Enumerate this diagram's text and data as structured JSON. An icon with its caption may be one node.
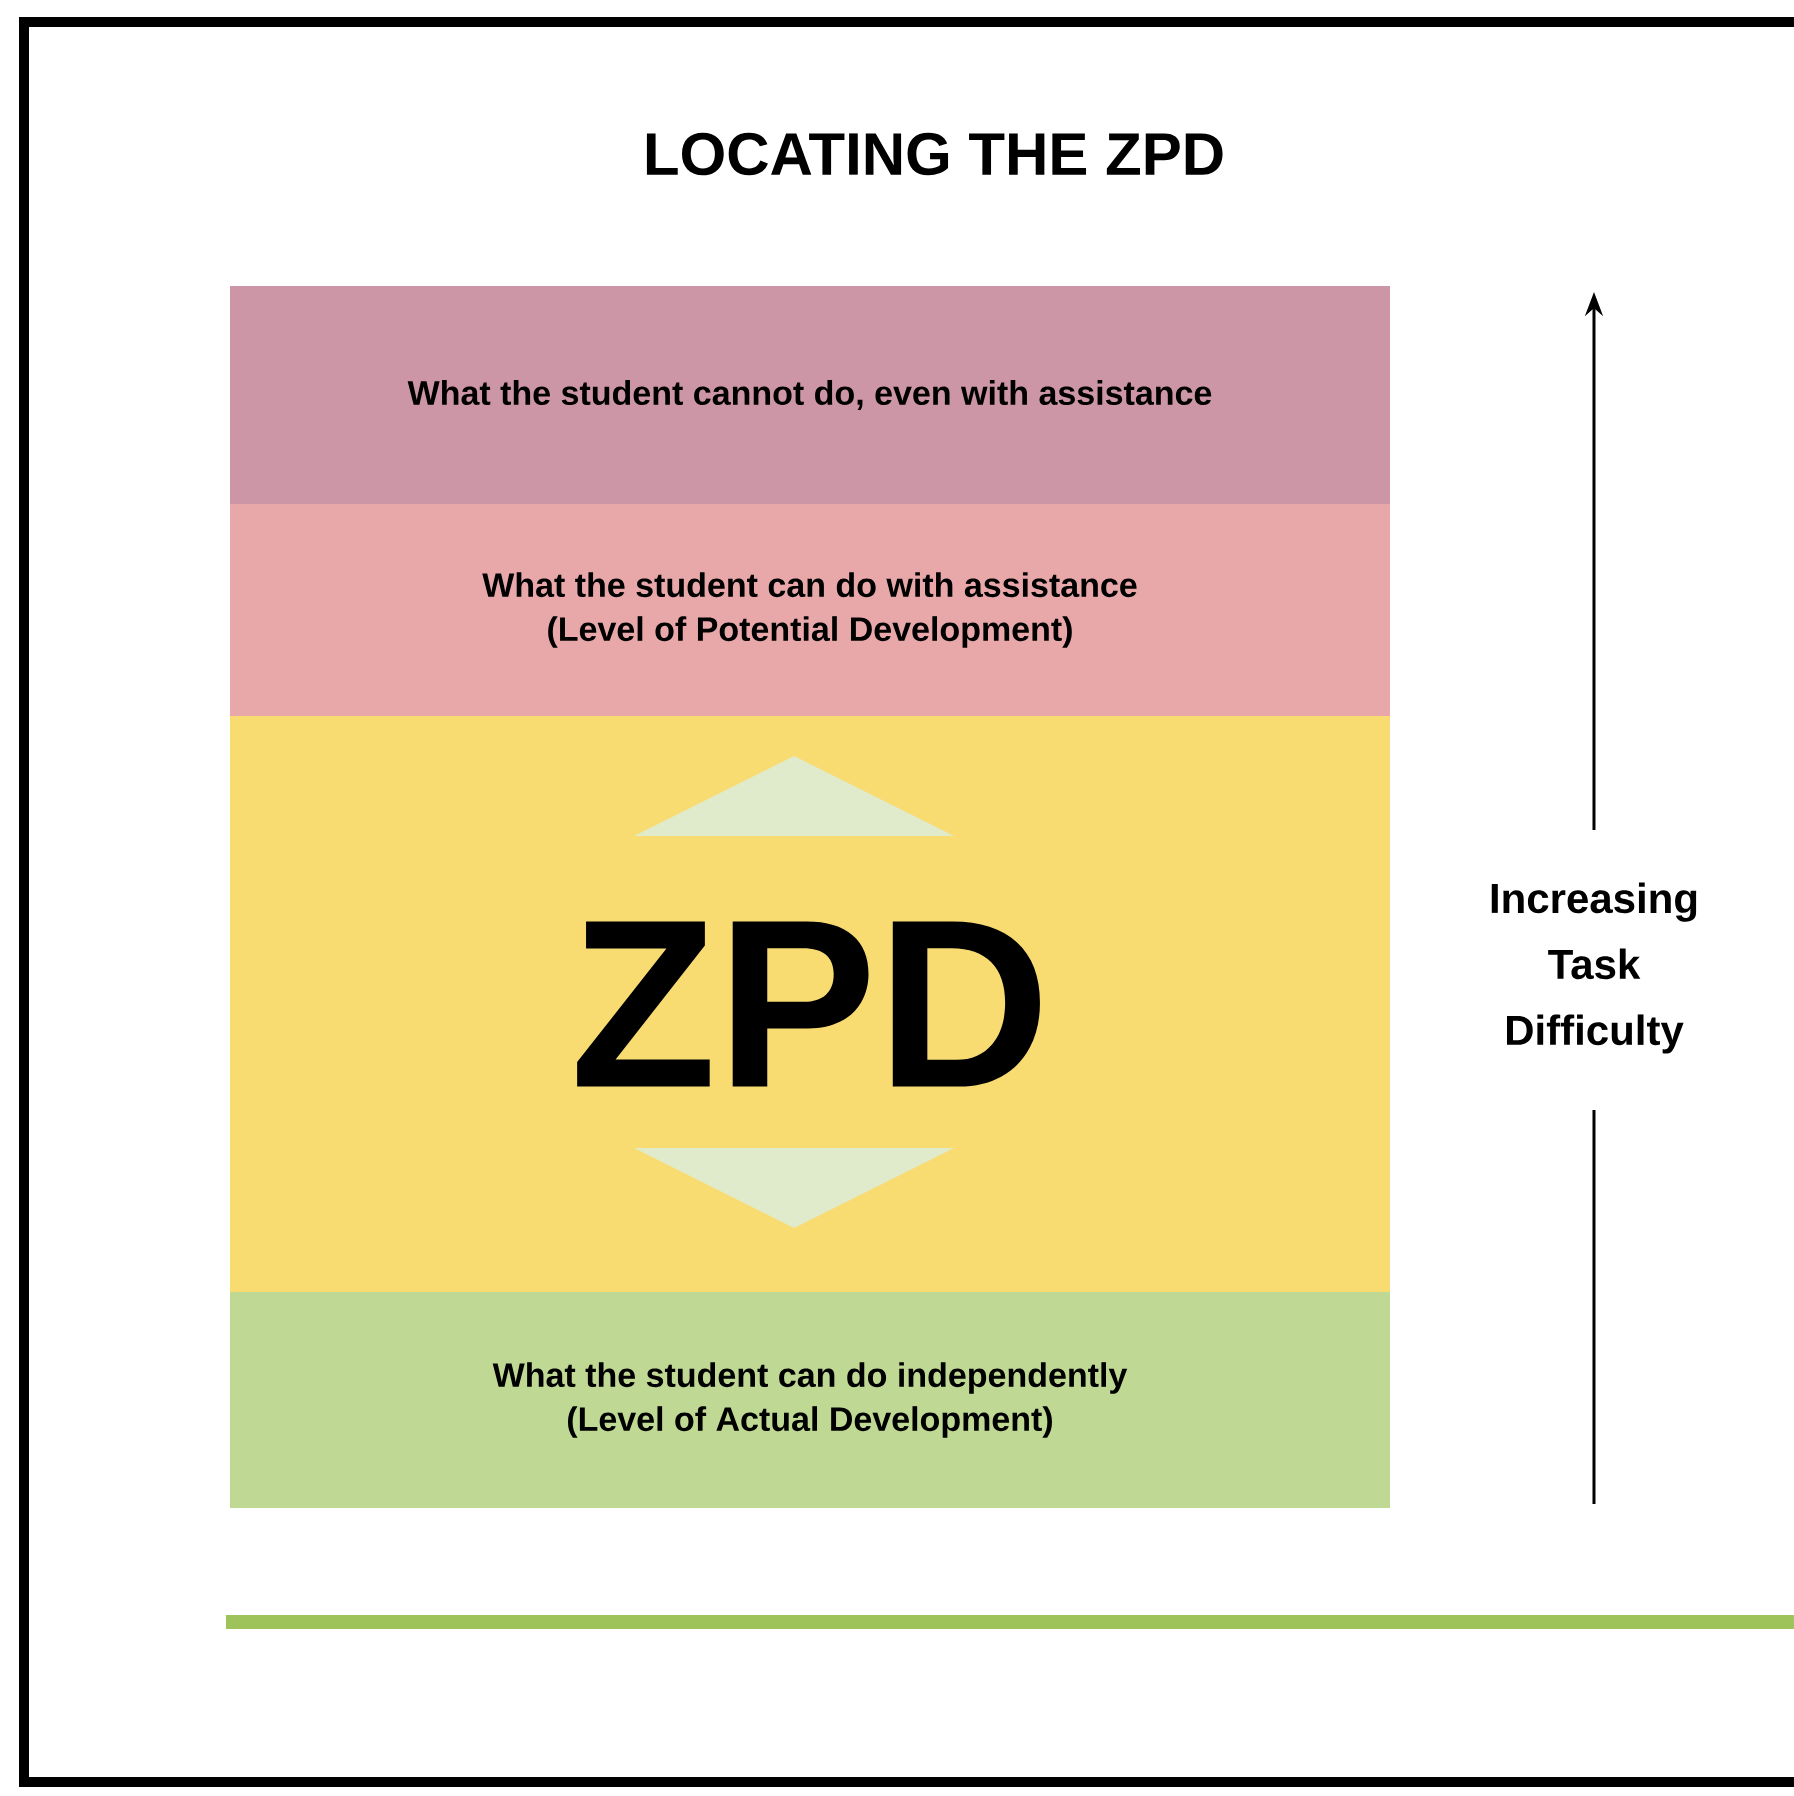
{
  "diagram": {
    "title": "LOCATING THE ZPD",
    "nodes": [
      {
        "text": [
          "What the student cannot do, even with assistance"
        ]
      },
      {
        "text": [
          "What the student can do with assistance",
          "(Level of Potential Development)"
        ]
      },
      {
        "text": [
          "ZPD"
        ]
      },
      {
        "text": [
          "What the student can do independently",
          "(Level of Actual Development)"
        ]
      }
    ],
    "labels": [
      "Increasing Task Difficulty"
    ]
  }
}
